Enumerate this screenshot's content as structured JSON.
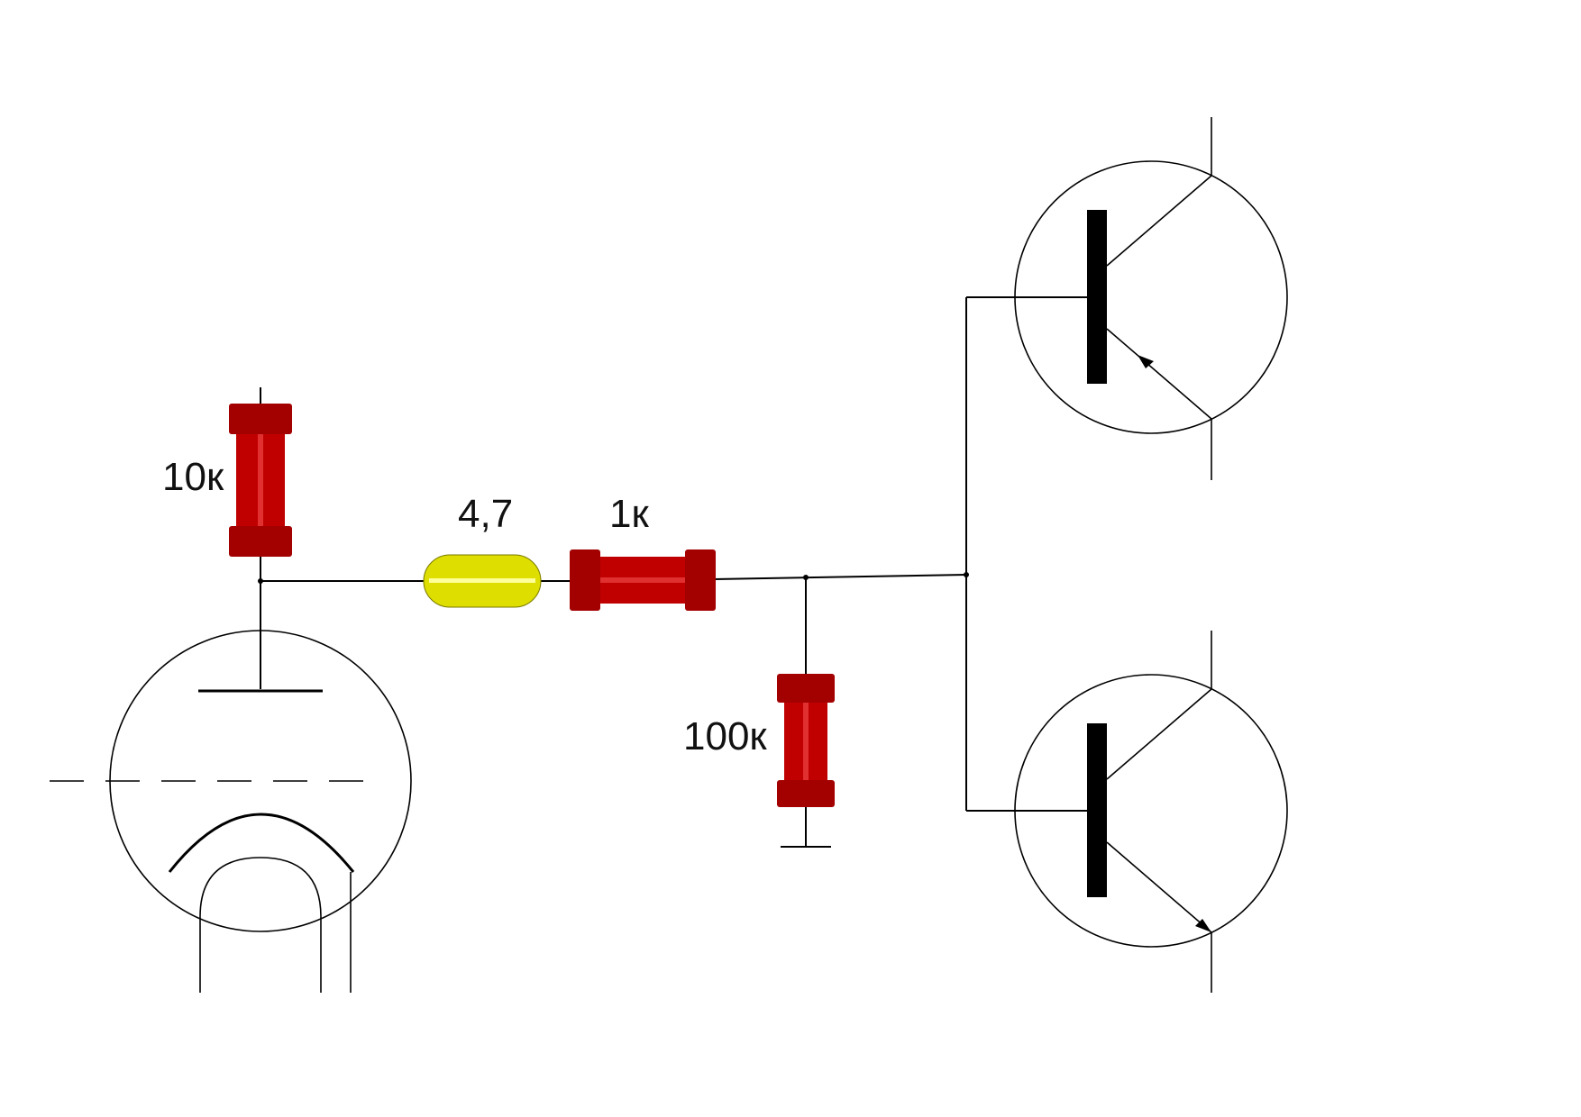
{
  "labels": {
    "r_anode": "10к",
    "capacitor": "4,7",
    "r_series": "1к",
    "r_ground": "100к"
  },
  "colors": {
    "resistor_body": "#c00000",
    "resistor_dark": "#a30000",
    "resistor_highlight": "#e03030",
    "capacitor_body": "#dede00",
    "capacitor_highlight": "#ffff99",
    "wire": "#000000",
    "background": "#ffffff"
  },
  "icons": {
    "tube": "vacuum-tube-triode-icon",
    "transistor_npn": "npn-transistor-icon",
    "transistor_pnp": "pnp-transistor-icon",
    "ground": "ground-icon"
  }
}
